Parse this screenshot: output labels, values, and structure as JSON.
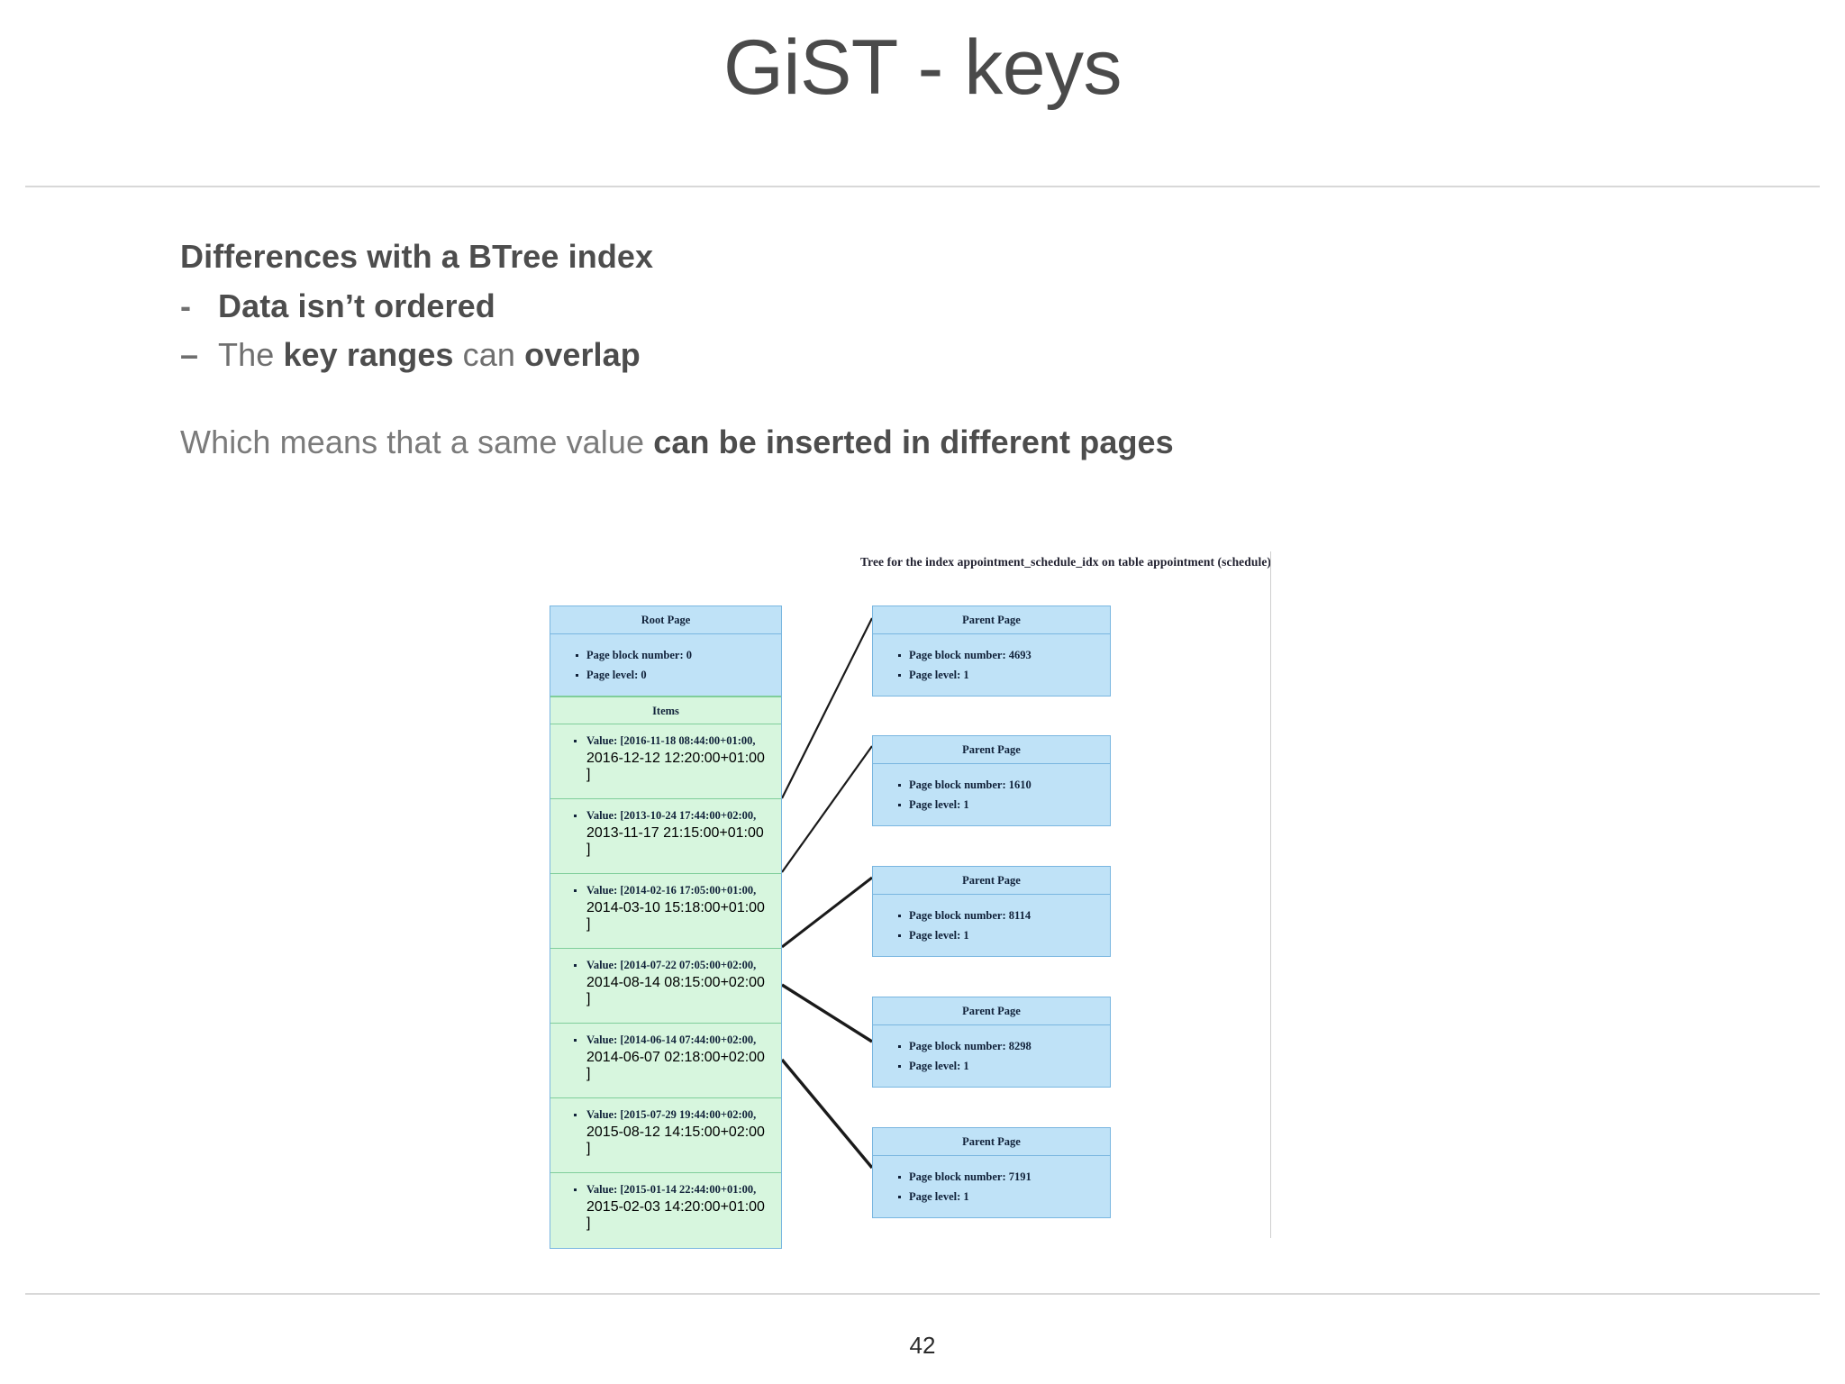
{
  "slide": {
    "title": "GiST - keys",
    "page_number": "42"
  },
  "content": {
    "heading": "Differences with a BTree index",
    "bullets": [
      {
        "dash": "-",
        "text": "Data isn’t ordered",
        "bold_all": true
      },
      {
        "dash": "–",
        "pre": "The ",
        "b1": "key ranges",
        "mid": " can ",
        "b2": "overlap"
      }
    ],
    "lead": {
      "pre": "Which means that a same value ",
      "bold": "can be inserted in different pages"
    }
  },
  "diagram": {
    "caption": "Tree for the index appointment_schedule_idx on table appointment (schedule)",
    "root_page": {
      "title": "Root Page",
      "attributes": [
        "Page block number: 0",
        "Page level: 0"
      ],
      "items_label": "Items",
      "items": [
        {
          "line1": "Value: [2016-11-18 08:44:00+01:00,",
          "line2": "2016-12-12 12:20:00+01:00",
          "line3": "]"
        },
        {
          "line1": "Value: [2013-10-24 17:44:00+02:00,",
          "line2": "2013-11-17 21:15:00+01:00",
          "line3": "]"
        },
        {
          "line1": "Value: [2014-02-16 17:05:00+01:00,",
          "line2": "2014-03-10 15:18:00+01:00",
          "line3": "]"
        },
        {
          "line1": "Value: [2014-07-22 07:05:00+02:00,",
          "line2": "2014-08-14 08:15:00+02:00",
          "line3": "]"
        },
        {
          "line1": "Value: [2014-06-14 07:44:00+02:00,",
          "line2": "2014-06-07 02:18:00+02:00",
          "line3": "]"
        },
        {
          "line1": "Value: [2015-07-29 19:44:00+02:00,",
          "line2": "2015-08-12 14:15:00+02:00",
          "line3": "]"
        },
        {
          "line1": "Value: [2015-01-14 22:44:00+01:00,",
          "line2": "2015-02-03 14:20:00+01:00",
          "line3": "]"
        }
      ]
    },
    "parent_pages": [
      {
        "title": "Parent Page",
        "block": "Page block number: 4693",
        "level": "Page level: 1"
      },
      {
        "title": "Parent Page",
        "block": "Page block number: 1610",
        "level": "Page level: 1"
      },
      {
        "title": "Parent Page",
        "block": "Page block number: 8114",
        "level": "Page level: 1"
      },
      {
        "title": "Parent Page",
        "block": "Page block number: 8298",
        "level": "Page level: 1"
      },
      {
        "title": "Parent Page",
        "block": "Page block number: 7191",
        "level": "Page level: 1"
      }
    ],
    "colors": {
      "page_fill": "#bfe2f7",
      "page_border": "#79b6e0",
      "items_fill": "#d7f6de",
      "items_border": "#7fce9a",
      "link_line": "#1a1a1a"
    }
  }
}
